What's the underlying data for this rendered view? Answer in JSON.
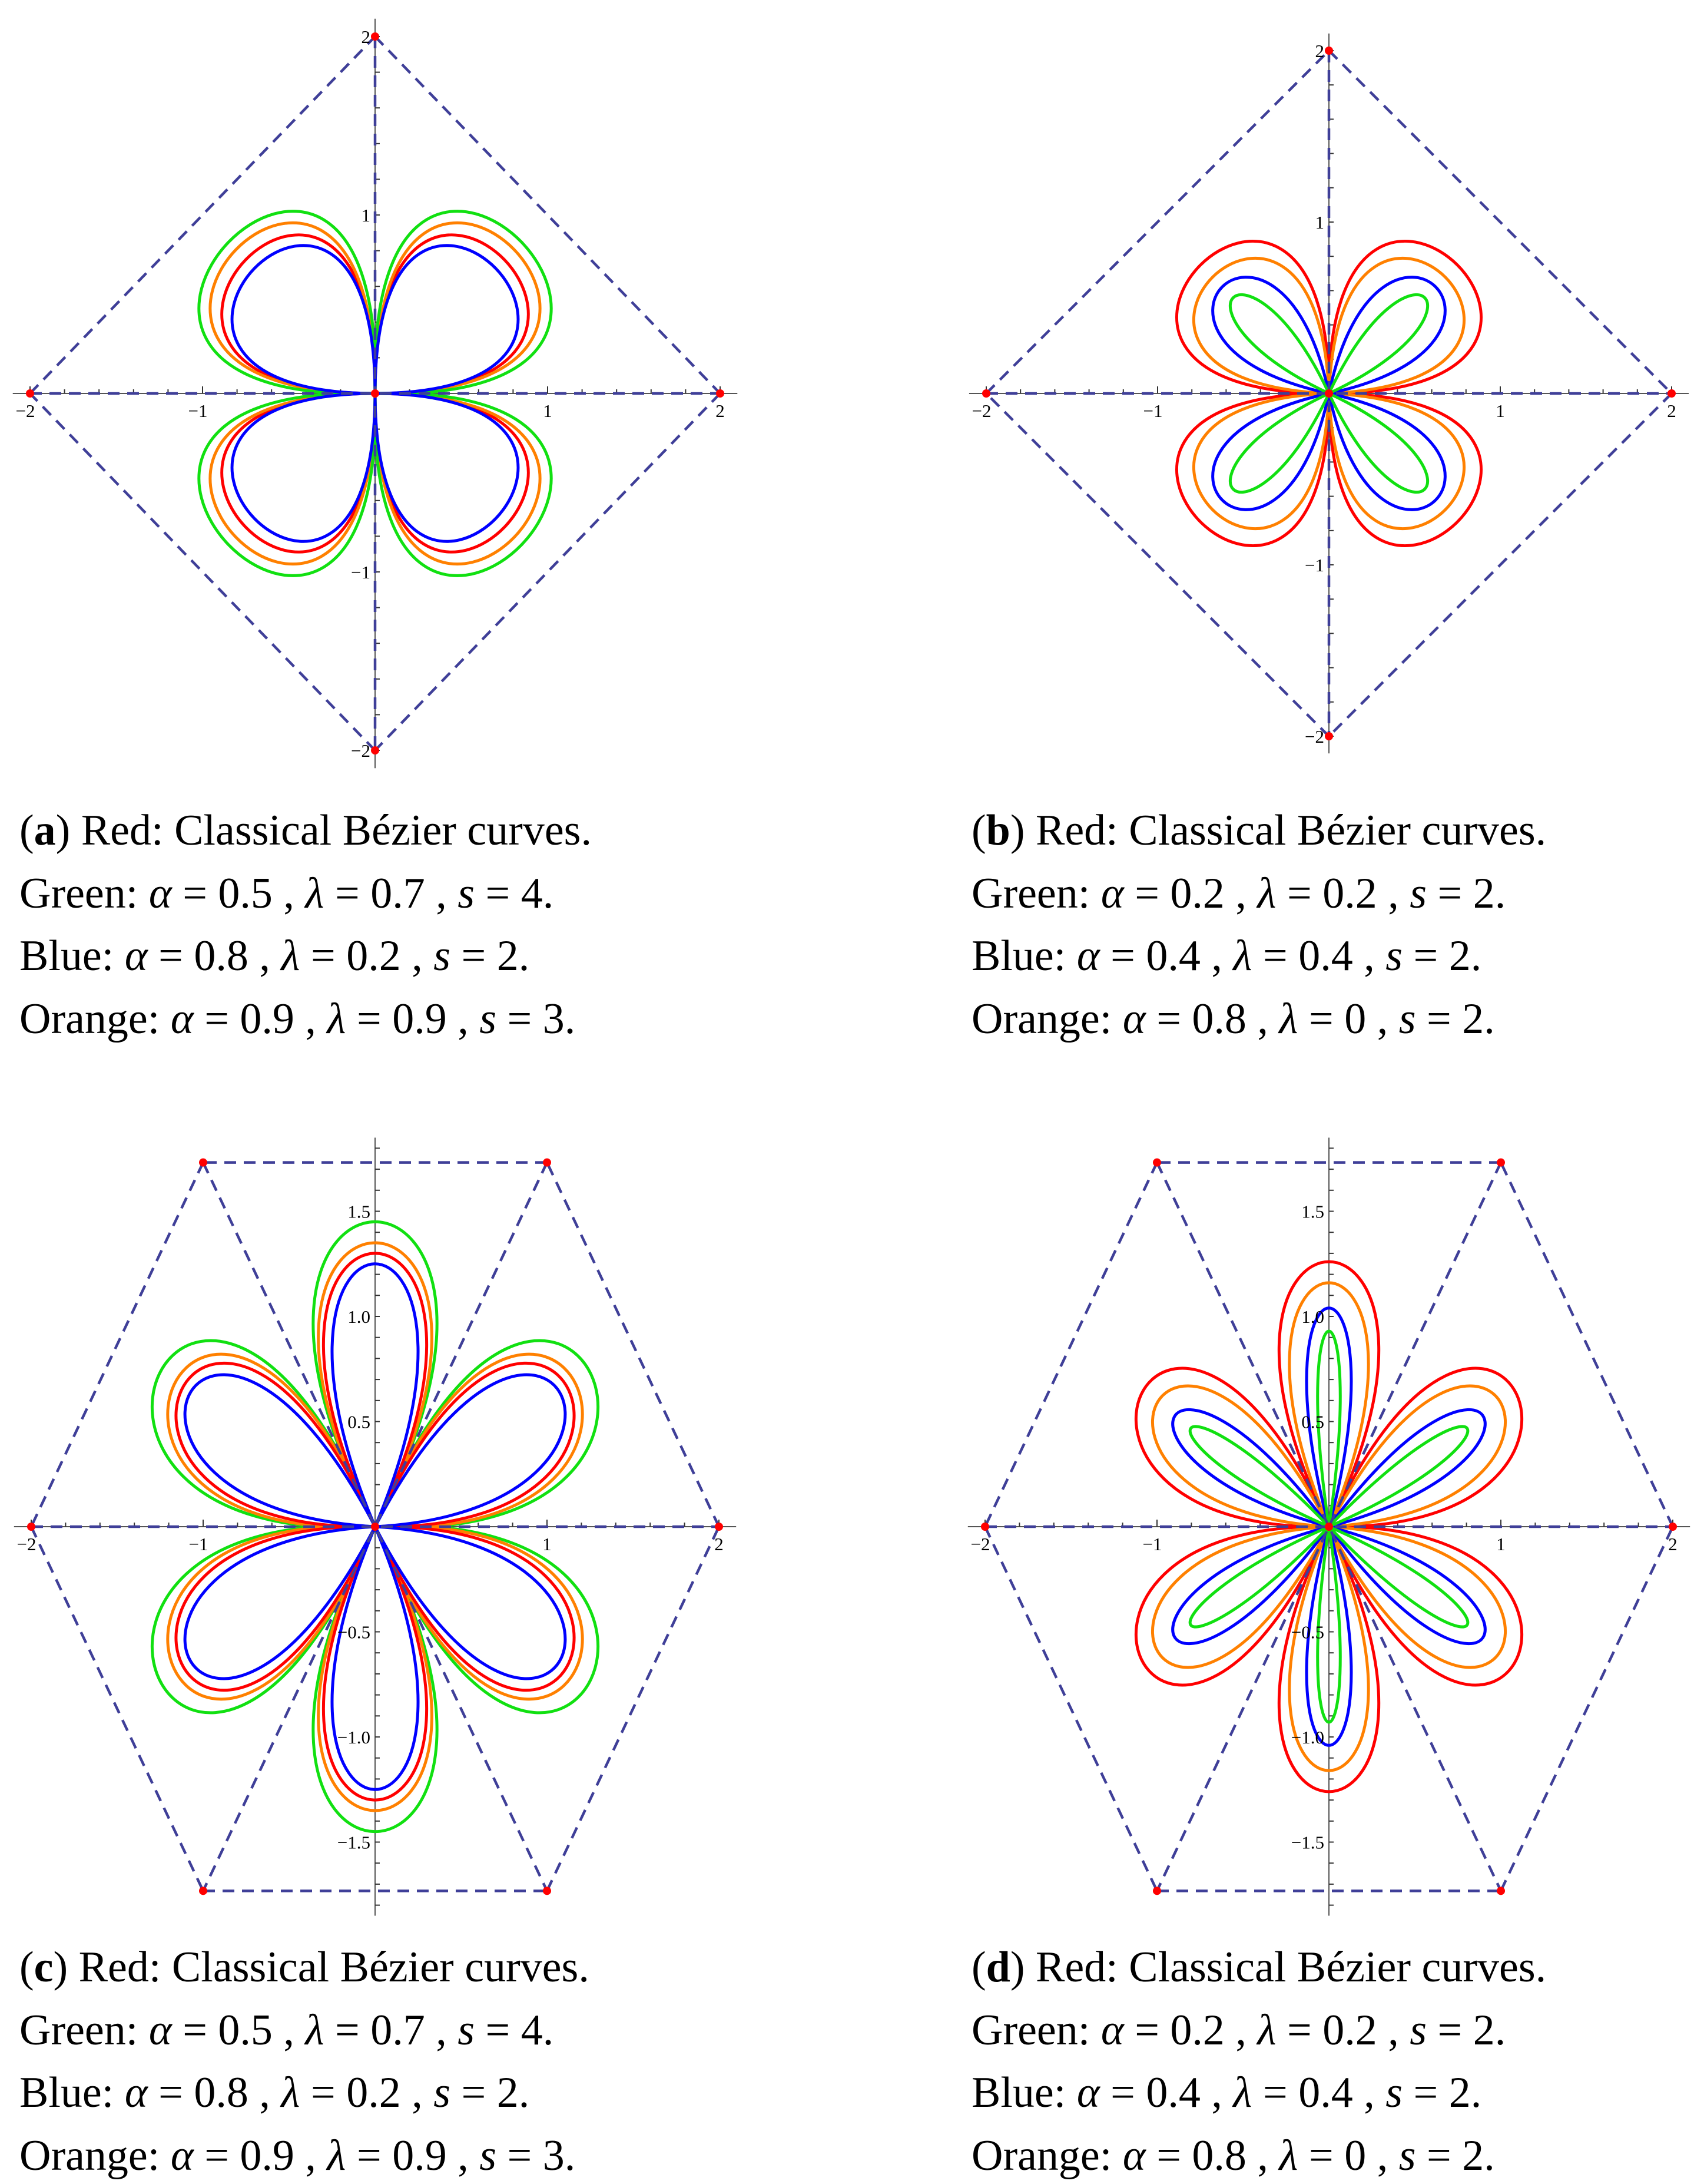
{
  "symbols": {
    "alpha": "α",
    "lambda": "λ",
    "s": "s",
    "eq": " = ",
    "sep": " , ",
    "end": "."
  },
  "chart_data": [
    {
      "panel": "a",
      "type": "line",
      "xlim": [
        -2.1,
        2.1
      ],
      "ylim": [
        -2.1,
        2.1
      ],
      "x_ticks": [
        {
          "v": -2,
          "label": "−2"
        },
        {
          "v": -1,
          "label": "−1"
        },
        {
          "v": 1,
          "label": "1"
        },
        {
          "v": 2,
          "label": "2"
        }
      ],
      "y_ticks": [
        {
          "v": 2,
          "label": "2"
        },
        {
          "v": 1,
          "label": "1"
        },
        {
          "v": -1,
          "label": "−1"
        },
        {
          "v": -2,
          "label": "−2"
        }
      ],
      "control_points": [
        [
          0,
          2
        ],
        [
          2,
          0
        ],
        [
          0,
          -2
        ],
        [
          -2,
          0
        ],
        [
          0,
          0
        ]
      ],
      "control_polygon": [
        [
          [
            0,
            2
          ],
          [
            2,
            0
          ]
        ],
        [
          [
            2,
            0
          ],
          [
            0,
            -2
          ]
        ],
        [
          [
            0,
            -2
          ],
          [
            -2,
            0
          ]
        ],
        [
          [
            -2,
            0
          ],
          [
            0,
            2
          ]
        ],
        [
          [
            0,
            2
          ],
          [
            0,
            -2
          ]
        ],
        [
          [
            -2,
            0
          ],
          [
            2,
            0
          ]
        ]
      ],
      "petal_directions_deg": [
        45,
        135,
        225,
        315
      ],
      "series": [
        {
          "name": "Red",
          "color": "#ff0000",
          "tip_radius": 1.06,
          "half_width": 0.408
        },
        {
          "name": "Orange",
          "color": "#ff8000",
          "tip_radius": 1.14,
          "half_width": 0.44
        },
        {
          "name": "Green",
          "color": "#11e011",
          "tip_radius": 1.2,
          "half_width": 0.49
        },
        {
          "name": "Blue",
          "color": "#0000ff",
          "tip_radius": 0.99,
          "half_width": 0.38
        }
      ]
    },
    {
      "panel": "b",
      "type": "line",
      "xlim": [
        -2.1,
        2.1
      ],
      "ylim": [
        -2.1,
        2.1
      ],
      "x_ticks": [
        {
          "v": -2,
          "label": "−2"
        },
        {
          "v": -1,
          "label": "−1"
        },
        {
          "v": 1,
          "label": "1"
        },
        {
          "v": 2,
          "label": "2"
        }
      ],
      "y_ticks": [
        {
          "v": 2,
          "label": "2"
        },
        {
          "v": 1,
          "label": "1"
        },
        {
          "v": -1,
          "label": "−1"
        },
        {
          "v": -2,
          "label": "−2"
        }
      ],
      "control_points": [
        [
          0,
          2
        ],
        [
          2,
          0
        ],
        [
          0,
          -2
        ],
        [
          -2,
          0
        ],
        [
          0,
          0
        ]
      ],
      "control_polygon": [
        [
          [
            0,
            2
          ],
          [
            2,
            0
          ]
        ],
        [
          [
            2,
            0
          ],
          [
            0,
            -2
          ]
        ],
        [
          [
            0,
            -2
          ],
          [
            -2,
            0
          ]
        ],
        [
          [
            -2,
            0
          ],
          [
            0,
            2
          ]
        ],
        [
          [
            0,
            2
          ],
          [
            0,
            -2
          ]
        ],
        [
          [
            -2,
            0
          ],
          [
            2,
            0
          ]
        ]
      ],
      "petal_directions_deg": [
        45,
        135,
        225,
        315
      ],
      "series": [
        {
          "name": "Red",
          "color": "#ff0000",
          "tip_radius": 1.06,
          "half_width": 0.408
        },
        {
          "name": "Orange",
          "color": "#ff8000",
          "tip_radius": 0.96,
          "half_width": 0.34
        },
        {
          "name": "Blue",
          "color": "#0000ff",
          "tip_radius": 0.88,
          "half_width": 0.22
        },
        {
          "name": "Green",
          "color": "#11e011",
          "tip_radius": 0.79,
          "half_width": 0.11
        }
      ]
    },
    {
      "panel": "c",
      "type": "line",
      "xlim": [
        -2.1,
        2.1
      ],
      "ylim": [
        -1.85,
        1.85
      ],
      "x_ticks": [
        {
          "v": -2,
          "label": "−2"
        },
        {
          "v": -1,
          "label": "−1"
        },
        {
          "v": 1,
          "label": "1"
        },
        {
          "v": 2,
          "label": "2"
        }
      ],
      "y_ticks": [
        {
          "v": 1.5,
          "label": "1.5"
        },
        {
          "v": 1.0,
          "label": "1.0"
        },
        {
          "v": 0.5,
          "label": "0.5"
        },
        {
          "v": -0.5,
          "label": "−0.5"
        },
        {
          "v": -1.0,
          "label": "−1.0"
        },
        {
          "v": -1.5,
          "label": "−1.5"
        }
      ],
      "control_points": [
        [
          2,
          0
        ],
        [
          1,
          1.732
        ],
        [
          -1,
          1.732
        ],
        [
          -2,
          0
        ],
        [
          -1,
          -1.732
        ],
        [
          1,
          -1.732
        ],
        [
          0,
          0
        ]
      ],
      "control_polygon": [
        [
          [
            2,
            0
          ],
          [
            1,
            1.732
          ]
        ],
        [
          [
            1,
            1.732
          ],
          [
            -1,
            1.732
          ]
        ],
        [
          [
            -1,
            1.732
          ],
          [
            -2,
            0
          ]
        ],
        [
          [
            -2,
            0
          ],
          [
            -1,
            -1.732
          ]
        ],
        [
          [
            -1,
            -1.732
          ],
          [
            1,
            -1.732
          ]
        ],
        [
          [
            1,
            -1.732
          ],
          [
            2,
            0
          ]
        ],
        [
          [
            -2,
            0
          ],
          [
            2,
            0
          ]
        ],
        [
          [
            -1,
            1.732
          ],
          [
            1,
            -1.732
          ]
        ],
        [
          [
            1,
            1.732
          ],
          [
            -1,
            -1.732
          ]
        ]
      ],
      "petal_directions_deg": [
        30,
        90,
        150,
        210,
        270,
        330
      ],
      "series": [
        {
          "name": "Green",
          "color": "#11e011",
          "tip_radius": 1.45,
          "half_width": 0.36
        },
        {
          "name": "Orange",
          "color": "#ff8000",
          "tip_radius": 1.35,
          "half_width": 0.33
        },
        {
          "name": "Red",
          "color": "#ff0000",
          "tip_radius": 1.3,
          "half_width": 0.3
        },
        {
          "name": "Blue",
          "color": "#0000ff",
          "tip_radius": 1.25,
          "half_width": 0.25
        }
      ]
    },
    {
      "panel": "d",
      "type": "line",
      "xlim": [
        -2.1,
        2.1
      ],
      "ylim": [
        -1.85,
        1.85
      ],
      "x_ticks": [
        {
          "v": -2,
          "label": "−2"
        },
        {
          "v": -1,
          "label": "−1"
        },
        {
          "v": 1,
          "label": "1"
        },
        {
          "v": 2,
          "label": "2"
        }
      ],
      "y_ticks": [
        {
          "v": 1.5,
          "label": "1.5"
        },
        {
          "v": 1.0,
          "label": "1.0"
        },
        {
          "v": 0.5,
          "label": "0.5"
        },
        {
          "v": -0.5,
          "label": "−0.5"
        },
        {
          "v": -1.0,
          "label": "−1.0"
        },
        {
          "v": -1.5,
          "label": "−1.5"
        }
      ],
      "control_points": [
        [
          2,
          0
        ],
        [
          1,
          1.732
        ],
        [
          -1,
          1.732
        ],
        [
          -2,
          0
        ],
        [
          -1,
          -1.732
        ],
        [
          1,
          -1.732
        ],
        [
          0,
          0
        ]
      ],
      "control_polygon": [
        [
          [
            2,
            0
          ],
          [
            1,
            1.732
          ]
        ],
        [
          [
            1,
            1.732
          ],
          [
            -1,
            1.732
          ]
        ],
        [
          [
            -1,
            1.732
          ],
          [
            -2,
            0
          ]
        ],
        [
          [
            -2,
            0
          ],
          [
            -1,
            -1.732
          ]
        ],
        [
          [
            -1,
            -1.732
          ],
          [
            1,
            -1.732
          ]
        ],
        [
          [
            1,
            -1.732
          ],
          [
            2,
            0
          ]
        ],
        [
          [
            -2,
            0
          ],
          [
            2,
            0
          ]
        ],
        [
          [
            -1,
            1.732
          ],
          [
            1,
            -1.732
          ]
        ],
        [
          [
            1,
            1.732
          ],
          [
            -1,
            -1.732
          ]
        ]
      ],
      "petal_directions_deg": [
        30,
        90,
        150,
        210,
        270,
        330
      ],
      "series": [
        {
          "name": "Red",
          "color": "#ff0000",
          "tip_radius": 1.26,
          "half_width": 0.29
        },
        {
          "name": "Orange",
          "color": "#ff8000",
          "tip_radius": 1.16,
          "half_width": 0.23
        },
        {
          "name": "Blue",
          "color": "#0000ff",
          "tip_radius": 1.04,
          "half_width": 0.13
        },
        {
          "name": "Green",
          "color": "#11e011",
          "tip_radius": 0.93,
          "half_width": 0.066
        }
      ]
    }
  ],
  "control_line_color": "#3f3f98",
  "control_point_color": "#ff0000",
  "captions": [
    {
      "label": "a",
      "title": " Red: Classical Bézier curves.",
      "lines": [
        {
          "name": "Green: ",
          "alpha": "0.5",
          "lambda": "0.7",
          "s": "4"
        },
        {
          "name": "Blue: ",
          "alpha": "0.8",
          "lambda": "0.2",
          "s": "2"
        },
        {
          "name": "Orange: ",
          "alpha": "0.9",
          "lambda": "0.9",
          "s": "3"
        }
      ]
    },
    {
      "label": "b",
      "title": " Red: Classical Bézier curves.",
      "lines": [
        {
          "name": "Green: ",
          "alpha": "0.2",
          "lambda": "0.2",
          "s": "2"
        },
        {
          "name": "Blue: ",
          "alpha": "0.4",
          "lambda": "0.4",
          "s": "2"
        },
        {
          "name": "Orange: ",
          "alpha": "0.8",
          "lambda": "0",
          "s": "2"
        }
      ]
    },
    {
      "label": "c",
      "title": " Red: Classical Bézier curves.",
      "lines": [
        {
          "name": "Green: ",
          "alpha": "0.5",
          "lambda": "0.7",
          "s": "4"
        },
        {
          "name": "Blue: ",
          "alpha": "0.8",
          "lambda": "0.2",
          "s": "2"
        },
        {
          "name": "Orange: ",
          "alpha": "0.9",
          "lambda": "0.9",
          "s": "3"
        }
      ]
    },
    {
      "label": "d",
      "title": " Red: Classical Bézier curves.",
      "lines": [
        {
          "name": "Green: ",
          "alpha": "0.2",
          "lambda": "0.2",
          "s": "2"
        },
        {
          "name": "Blue: ",
          "alpha": "0.4",
          "lambda": "0.4",
          "s": "2"
        },
        {
          "name": "Orange: ",
          "alpha": "0.8",
          "lambda": "0",
          "s": "2"
        }
      ]
    }
  ]
}
